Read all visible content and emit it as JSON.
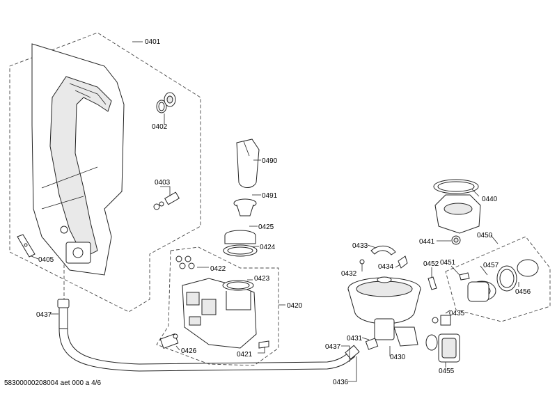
{
  "footer": "58300000208004 aet 000 a 4/6",
  "labels": [
    {
      "id": "0401",
      "name": "label-0401"
    },
    {
      "id": "0402",
      "name": "label-0402"
    },
    {
      "id": "0403",
      "name": "label-0403"
    },
    {
      "id": "0405",
      "name": "label-0405"
    },
    {
      "id": "0437",
      "name": "label-0437-left"
    },
    {
      "id": "0490",
      "name": "label-0490"
    },
    {
      "id": "0491",
      "name": "label-0491"
    },
    {
      "id": "0425",
      "name": "label-0425"
    },
    {
      "id": "0424",
      "name": "label-0424"
    },
    {
      "id": "0422",
      "name": "label-0422"
    },
    {
      "id": "0423",
      "name": "label-0423"
    },
    {
      "id": "0420",
      "name": "label-0420"
    },
    {
      "id": "0426",
      "name": "label-0426"
    },
    {
      "id": "0421",
      "name": "label-0421"
    },
    {
      "id": "0433",
      "name": "label-0433"
    },
    {
      "id": "0434",
      "name": "label-0434"
    },
    {
      "id": "0432",
      "name": "label-0432"
    },
    {
      "id": "0452",
      "name": "label-0452"
    },
    {
      "id": "0451",
      "name": "label-0451"
    },
    {
      "id": "0457",
      "name": "label-0457"
    },
    {
      "id": "0456",
      "name": "label-0456"
    },
    {
      "id": "0440",
      "name": "label-0440"
    },
    {
      "id": "0441",
      "name": "label-0441"
    },
    {
      "id": "0450",
      "name": "label-0450"
    },
    {
      "id": "0435",
      "name": "label-0435"
    },
    {
      "id": "0455",
      "name": "label-0455"
    },
    {
      "id": "0431",
      "name": "label-0431"
    },
    {
      "id": "0437",
      "name": "label-0437-right"
    },
    {
      "id": "0430",
      "name": "label-0430"
    },
    {
      "id": "0436",
      "name": "label-0436"
    }
  ]
}
